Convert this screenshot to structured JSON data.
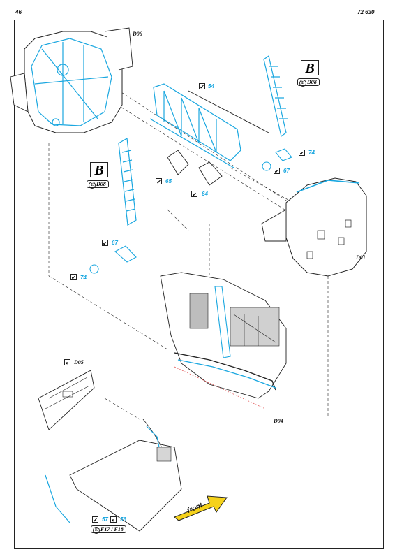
{
  "page": {
    "left_number": "46",
    "right_number": "72 630"
  },
  "parts": {
    "d06": "D06",
    "d08_top": "D08",
    "d08_mid": "D08",
    "d01": "D01",
    "d04": "D04",
    "d05": "D05",
    "f17_f18": "F17 / F18"
  },
  "steps": {
    "n54": "54",
    "n65": "65",
    "n64": "64",
    "n74a": "74",
    "n67a": "67",
    "n67b": "67",
    "n74b": "74",
    "n57": "57",
    "n56": "56"
  },
  "badges": {
    "b_top": "B",
    "b_mid": "B"
  },
  "marks": {
    "check": "✔",
    "circle_e": "E"
  },
  "arrow": {
    "label": "front"
  },
  "colors": {
    "etch": "#1aa7e0",
    "ink": "#222222",
    "accent": "#f5d21a",
    "guide": "#e04a4a"
  }
}
